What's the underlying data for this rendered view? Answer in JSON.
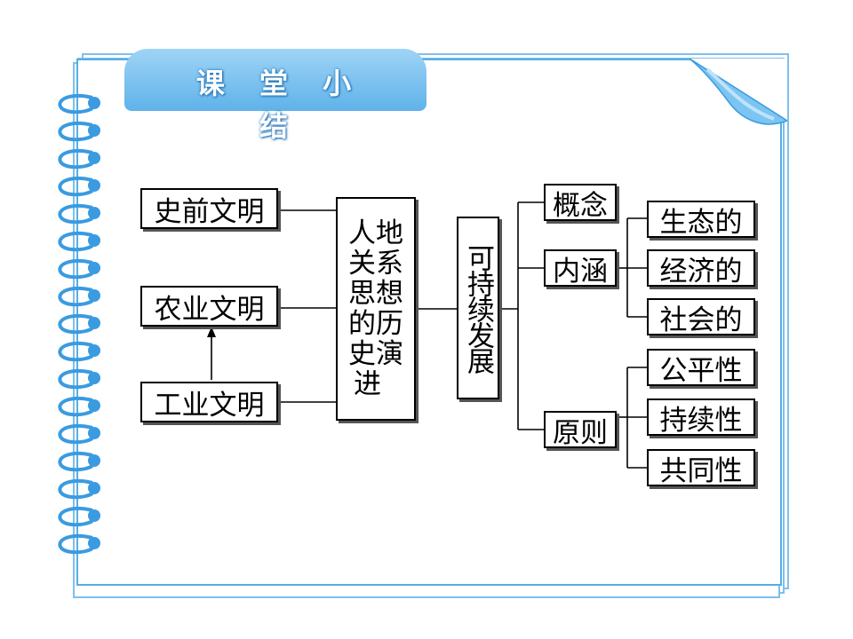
{
  "header": {
    "title": "课 堂 小 结"
  },
  "diagram": {
    "civilizations": [
      "史前文明",
      "农业文明",
      "工业文明"
    ],
    "center_lines": [
      "人地",
      "关系",
      "思想",
      "的历",
      "史演",
      "进"
    ],
    "sustainable": "可持续发展",
    "branches": {
      "concept": "概念",
      "connotation": "内涵",
      "principle": "原则"
    },
    "connotation_items": [
      "生态的",
      "经济的",
      "社会的"
    ],
    "principle_items": [
      "公平性",
      "持续性",
      "共同性"
    ]
  },
  "colors": {
    "accent": "#5fb2ea",
    "border": "#55aee6",
    "line": "#000000"
  }
}
